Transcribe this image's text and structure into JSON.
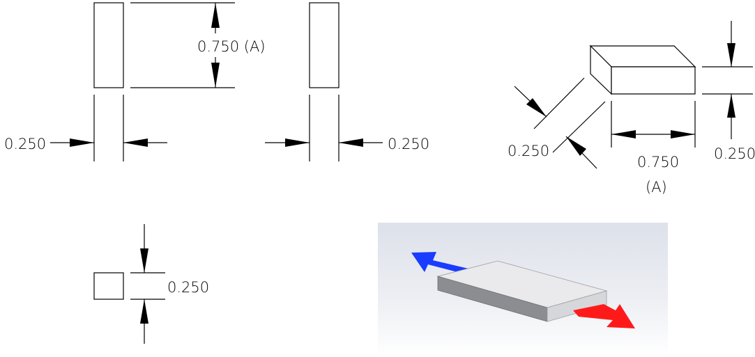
{
  "dimensions": {
    "front_height": "0.750 (A)",
    "front_width": "0.250",
    "side_width": "0.250",
    "iso_depth": "0.250",
    "iso_length_value": "0.750",
    "iso_length_ref": "(A)",
    "iso_height": "0.250",
    "top_height": "0.250"
  },
  "colors": {
    "arrow_blue": "#1a3cff",
    "arrow_red": "#ff1a1a",
    "render_bg": "#e6e9ef"
  }
}
